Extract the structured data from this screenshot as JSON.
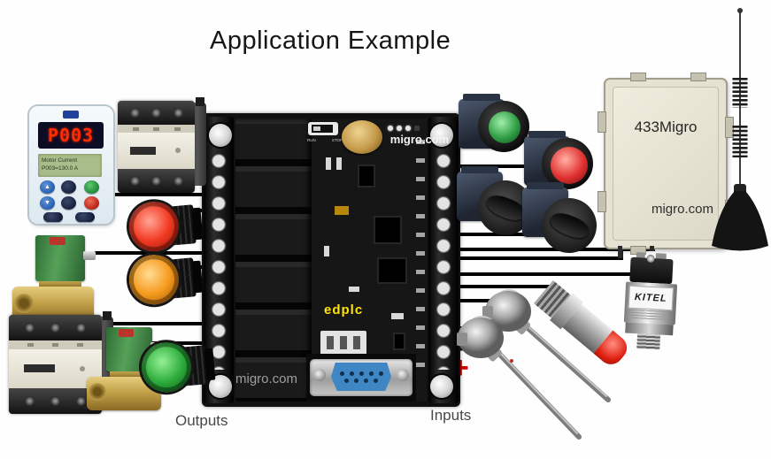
{
  "title": "Application Example",
  "section_labels": {
    "outputs": "Outputs",
    "inputs": "Inputs"
  },
  "polarity": {
    "plus": "+",
    "minus": "−"
  },
  "plc_board": {
    "brand_top": "migro.com",
    "brand_bottom": "migro.com",
    "chip_label": "edplc",
    "switch_labels": {
      "run": "RUN",
      "stop": "STOP"
    }
  },
  "temperature_controller": {
    "seven_segment": "P003",
    "lcd_line1": "Motor Current",
    "lcd_line2": "P003=130.0 A",
    "icons": {
      "up": "▲",
      "down": "▼"
    }
  },
  "wireless_box": {
    "model": "433Migro",
    "brand": "migro.com"
  },
  "pressure_transducer": {
    "brand": "KITEL"
  },
  "colors": {
    "wire": "#000000",
    "antenna_wire_blue": "#4156ae",
    "chip_label_yellow": "#ffe400",
    "seven_segment_red": "#ff2d00",
    "pilot_red": "#f23a22",
    "pilot_orange": "#f59a1e",
    "pilot_green": "#2fae3d",
    "button_green": "#2f9e44",
    "button_red": "#e03131",
    "enclosure_beige": "#e6e2d2"
  }
}
